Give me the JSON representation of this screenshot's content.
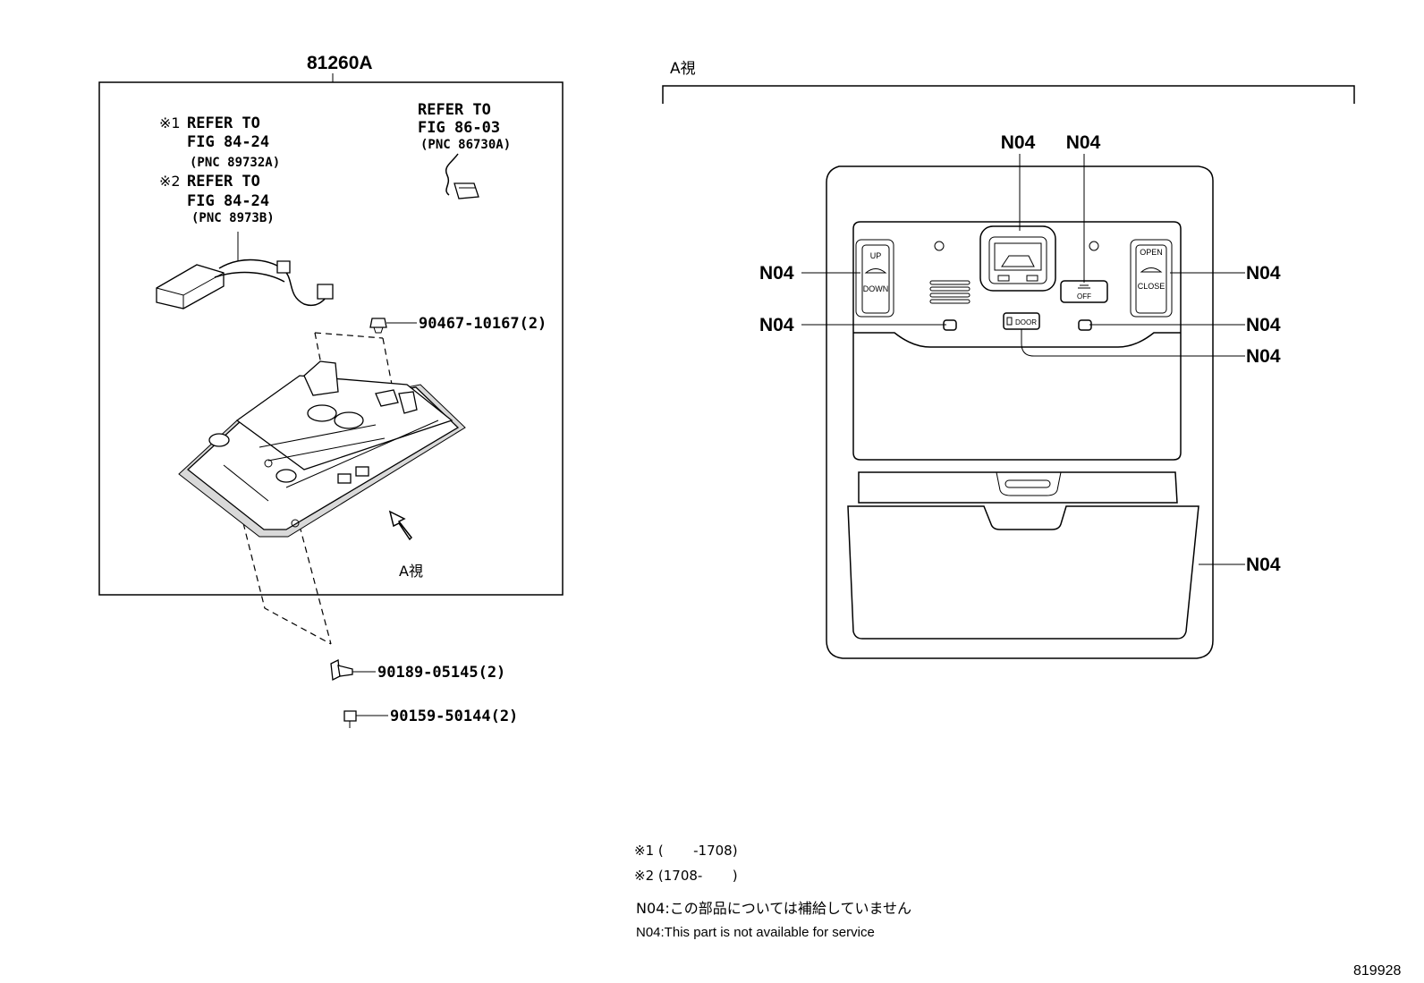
{
  "assembly": {
    "pnc": "81260A",
    "refs": [
      {
        "mark": "※1",
        "line1": "REFER TO",
        "line2": "FIG 84-24",
        "line3": "(PNC 89732A)"
      },
      {
        "mark": "※2",
        "line1": "REFER TO",
        "line2": "FIG 84-24",
        "line3": "(PNC 8973B)"
      },
      {
        "mark": "",
        "line1": "REFER TO",
        "line2": "FIG 86-03",
        "line3": "(PNC 86730A)"
      }
    ],
    "parts": [
      {
        "number": "90467-10167(2)"
      },
      {
        "number": "90189-05145(2)"
      },
      {
        "number": "90159-50144(2)"
      }
    ],
    "view_label": "A視"
  },
  "view_a": {
    "title": "A視",
    "callout": "N04",
    "switch_left": {
      "top": "UP",
      "bottom": "DOWN"
    },
    "switch_right": {
      "top": "OPEN",
      "bottom": "CLOSE"
    },
    "door_button": "DOOR",
    "off_button": "OFF"
  },
  "notes": {
    "note1": "※1 (       -1708)",
    "note2": "※2 (1708-       )",
    "n04_jp": "N04:この部品については補給していません",
    "n04_en": "N04:This part is not available for service"
  },
  "figure_id": "819928"
}
